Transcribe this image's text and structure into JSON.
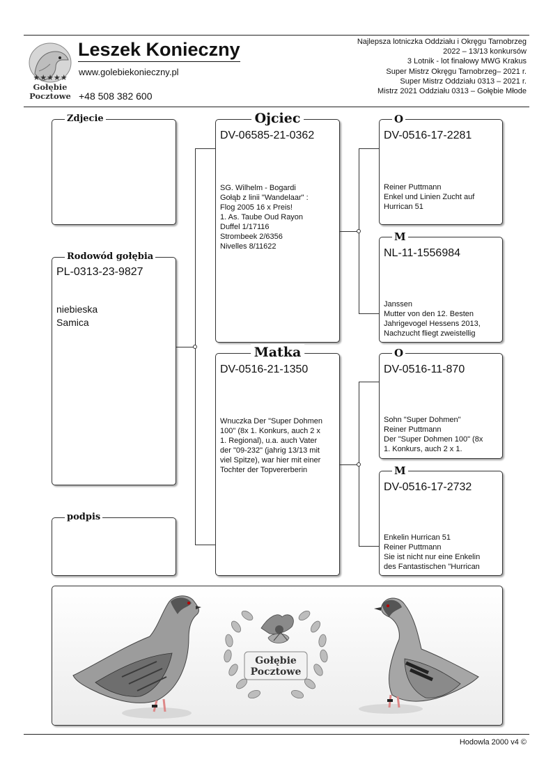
{
  "header": {
    "owner_name": "Leszek Konieczny",
    "website": "www.golebiekonieczny.pl",
    "phone": "+48 508 382 600",
    "logo_text_1": "Gołębie",
    "logo_text_2": "Pocztowe",
    "achievements": [
      "Najlepsza lotniczka Oddziału i Okręgu Tarnobrzeg",
      "2022 – 13/13 konkursów",
      "3 Lotnik - lot finałowy MWG Krakus",
      "Super Mistrz Okręgu Tarnobrzeg– 2021 r.",
      "Super Mistrz Oddziału 0313 – 2021 r.",
      "Mistrz 2021 Oddziału 0313 – Gołębie Młode"
    ]
  },
  "photo": {
    "title": "Zdjecie"
  },
  "pedigree": {
    "title": "Rodowód gołębia",
    "ring": "PL-0313-23-9827",
    "color": "niebieska",
    "sex": "Samica"
  },
  "signature": {
    "title": "podpis"
  },
  "father": {
    "title": "Ojciec",
    "ring": "DV-06585-21-0362",
    "description": "SG. Wilhelm - Bogardi\nGołąb z linii \"Wandelaar\" :\nFlog 2005 16 x Preis!\n1. As. Taube Oud Rayon\nDuffel 1/17116\nStrombeek 2/6356\nNivelles 8/11622"
  },
  "mother": {
    "title": "Matka",
    "ring": "DV-0516-21-1350",
    "description": "Wnuczka Der \"Super Dohmen\n100\" (8x 1. Konkurs, auch 2 x\n1. Regional), u.a. auch Vater\nder \"09-232\" (jahrig 13/13 mit\nviel Spitze), war hier mit einer\nTochter der Topvererberin"
  },
  "ff": {
    "title": "O",
    "ring": "DV-0516-17-2281",
    "description": "Reiner Puttmann\nEnkel und Linien Zucht auf\nHurrican 51"
  },
  "fm": {
    "title": "M",
    "ring": "NL-11-1556984",
    "description": "Janssen\nMutter von den 12. Besten\nJahrigevogel Hessens 2013,\nNachzucht fliegt zweistellig"
  },
  "mf": {
    "title": "O",
    "ring": "DV-0516-11-870",
    "description": "Sohn \"Super Dohmen\"\nReiner Puttmann\nDer \"Super Dohmen 100\" (8x\n1. Konkurs, auch 2 x 1."
  },
  "mm": {
    "title": "M",
    "ring": "DV-0516-17-2732",
    "description": "Enkelin Hurrican 51\nReiner Puttmann\nSie ist nicht nur eine Enkelin\ndes Fantastischen \"Hurrican"
  },
  "banner": {
    "emblem_text_1": "Gołębie",
    "emblem_text_2": "Pocztowe"
  },
  "footer": {
    "text": "Hodowla 2000 v4 ©"
  }
}
